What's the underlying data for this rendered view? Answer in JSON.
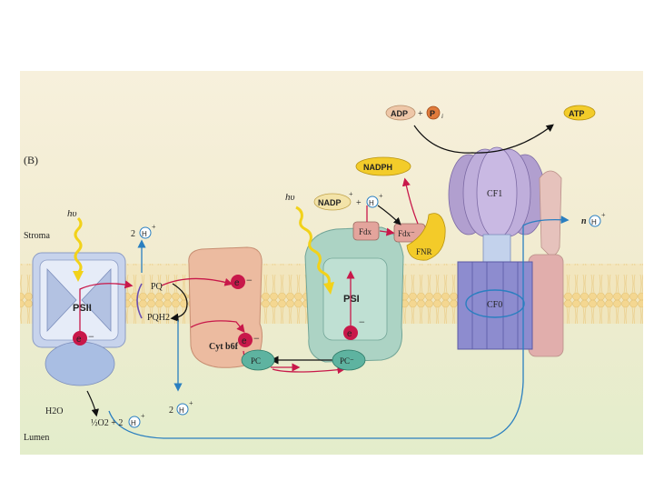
{
  "panel_label": "(B)",
  "regions": {
    "stroma": "Stroma",
    "lumen": "Lumen"
  },
  "light": "hυ",
  "complexes": {
    "psii": "PSII",
    "psi": "PSI",
    "cytb6f": "Cyt b6f",
    "cf1": "CF1",
    "cf0": "CF0",
    "fnr": "FNR",
    "fdx": "Fdx",
    "fdx_reduced": "Fdx⁻",
    "pc": "PC",
    "pc_reduced": "PC⁻"
  },
  "molecules": {
    "pq": "PQ",
    "pqh2": "PQH2",
    "adp": "ADP",
    "plus": "+",
    "pi": "P",
    "pi_sub": "i",
    "atp": "ATP",
    "nadph": "NADPH",
    "nadp": "NADP",
    "nadp_sup": "+",
    "h2o": "H2O",
    "half_o2": "½O2 + 2",
    "two": "2",
    "n": "n"
  },
  "particles": {
    "electron": "e",
    "electron_sign": "−",
    "proton": "H",
    "proton_sign": "+"
  },
  "colors": {
    "background_top": "#f6eed6",
    "background_bottom": "#e7efd2",
    "membrane": "#f4d998",
    "psii": "#c8d4ec",
    "psi": "#aed3c6",
    "cyt": "#ebbba1",
    "cf": "#b7a3d2",
    "cf0": "#8f8ecf",
    "fnr": "#f3cc2a",
    "electron_path": "#c8184a",
    "proton_path": "#2a7fc0",
    "light": "#f2d21a"
  }
}
